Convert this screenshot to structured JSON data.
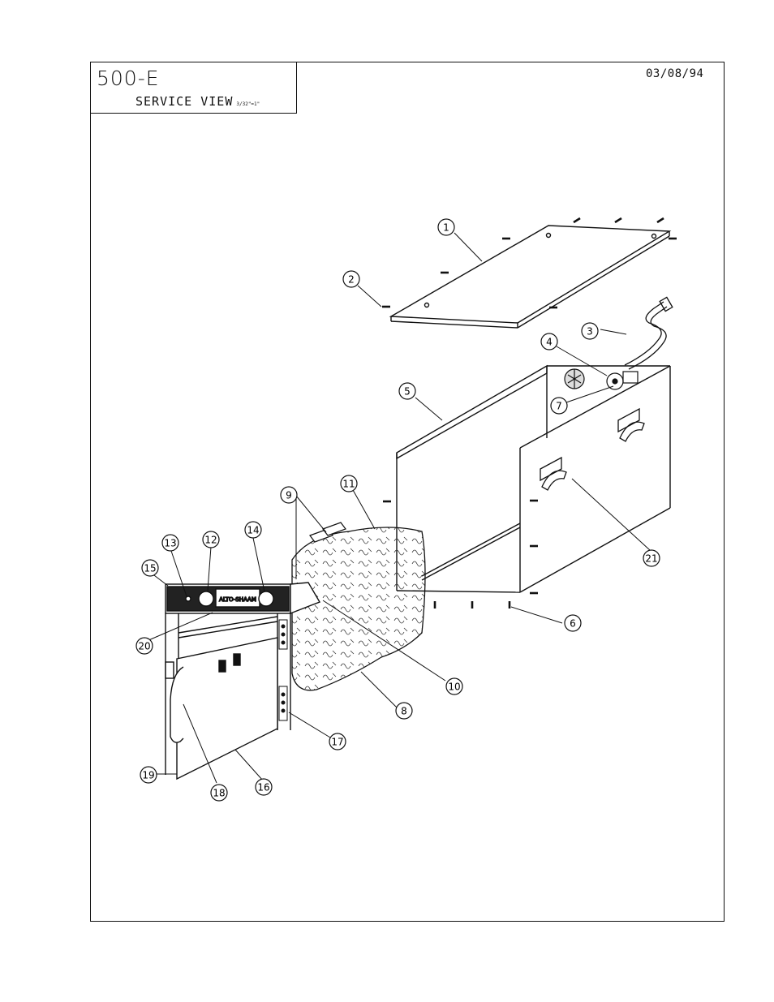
{
  "header": {
    "model": "500-E",
    "view_title": "SERVICE VIEW",
    "scale": "3/32\"=1\"",
    "date": "03/08/94"
  },
  "callouts": [
    "1",
    "2",
    "3",
    "4",
    "5",
    "6",
    "7",
    "8",
    "9",
    "10",
    "11",
    "12",
    "13",
    "14",
    "15",
    "16",
    "17",
    "18",
    "19",
    "20",
    "21"
  ]
}
